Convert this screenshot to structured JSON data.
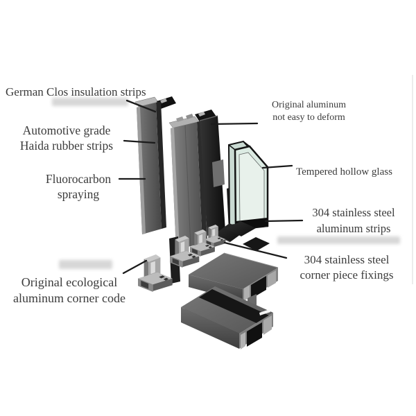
{
  "diagram": {
    "description_labels": {
      "insulation_strips": {
        "lines": [
          "German Clos insulation strips"
        ]
      },
      "rubber_strips": {
        "lines": [
          "Automotive grade",
          "Haida rubber strips"
        ]
      },
      "fluorocarbon": {
        "lines": [
          "Fluorocarbon",
          "spraying"
        ]
      },
      "original_aluminum": {
        "lines": [
          "Original aluminum",
          "not easy to deform"
        ]
      },
      "tempered_glass": {
        "lines": [
          "Tempered hollow glass"
        ]
      },
      "aluminum_strips": {
        "lines": [
          "304 stainless steel",
          "aluminum strips"
        ]
      },
      "corner_fixings": {
        "lines": [
          "304 stainless steel",
          "corner piece fixings"
        ]
      },
      "corner_code": {
        "lines": [
          "Original ecological",
          "aluminum corner code"
        ]
      }
    },
    "components": [
      "vertical-aluminum-profile-left",
      "vertical-aluminum-profile-middle",
      "black-insulation-panel",
      "tempered-hollow-glass-unit",
      "gasket-sheets",
      "corner-brackets",
      "horizontal-aluminum-profile-upper",
      "horizontal-aluminum-profile-lower"
    ],
    "colors": {
      "background": "#ffffff",
      "text": "#3b3b3b",
      "leader_line": "#1b1b1b",
      "metal_light": "#b5b5b5",
      "metal_mid": "#6e6e6e",
      "metal_dark": "#454545",
      "black_parts": "#141414",
      "glass_fill": "#dcebe3",
      "glass_back": "#c9dad2",
      "blur_artifact": "#d7d7d7"
    }
  }
}
